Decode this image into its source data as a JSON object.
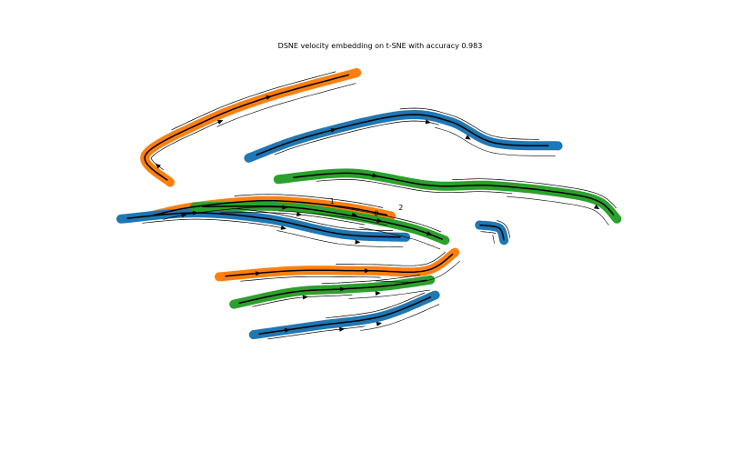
{
  "chart_data": {
    "type": "streamplot",
    "title": "DSNE velocity embedding on t-SNE with accuracy 0.983",
    "xlabel": "",
    "ylabel": "",
    "axes_visible": false,
    "grid": false,
    "legend": "none",
    "xlim": [
      0,
      100
    ],
    "ylim": [
      0,
      100
    ],
    "colors": {
      "0": "#1f77b4",
      "1": "#ff7f0e",
      "2": "#2ca02c",
      "arrow": "#000000"
    },
    "series": [
      {
        "cluster": "1",
        "points": [
          [
            5,
            64
          ],
          [
            0,
            73
          ],
          [
            12,
            84
          ],
          [
            25,
            92
          ],
          [
            43,
            100
          ]
        ],
        "arrows": [
          {
            "at": 0.55,
            "dir": 1
          },
          {
            "at": 0.75,
            "dir": 1
          },
          {
            "at": 0.12,
            "dir": 1
          }
        ]
      },
      {
        "cluster": "0",
        "points": [
          [
            21,
            72
          ],
          [
            33,
            79
          ],
          [
            52,
            86
          ],
          [
            62,
            84
          ],
          [
            71,
            77
          ],
          [
            84,
            76
          ]
        ],
        "arrows": [
          {
            "at": 0.25,
            "dir": 1
          },
          {
            "at": 0.5,
            "dir": 1
          },
          {
            "at": 0.7,
            "dir": 1
          }
        ]
      },
      {
        "cluster": "2",
        "points": [
          [
            27,
            65
          ],
          [
            42,
            67
          ],
          [
            58,
            63
          ],
          [
            70,
            63
          ],
          [
            83,
            61
          ],
          [
            92,
            58
          ],
          [
            96,
            52
          ]
        ],
        "arrows": [
          {
            "at": 0.22,
            "dir": 1
          },
          {
            "at": 0.85,
            "dir": 1
          }
        ]
      },
      {
        "cluster": "1",
        "points": [
          [
            1,
            53
          ],
          [
            10,
            56
          ],
          [
            25,
            58
          ],
          [
            40,
            56
          ],
          [
            50,
            53
          ]
        ],
        "arrows": [
          {
            "at": 0.2,
            "dir": 1
          },
          {
            "at": 0.55,
            "dir": 1
          },
          {
            "at": 0.8,
            "dir": 1
          }
        ]
      },
      {
        "cluster": "0",
        "points": [
          [
            -5,
            52
          ],
          [
            10,
            54
          ],
          [
            25,
            52
          ],
          [
            40,
            47
          ],
          [
            53,
            46
          ]
        ],
        "arrows": [
          {
            "at": 0.25,
            "dir": 1
          },
          {
            "at": 0.55,
            "dir": 1
          },
          {
            "at": 0.8,
            "dir": 1
          }
        ]
      },
      {
        "cluster": "2",
        "points": [
          [
            10,
            56
          ],
          [
            28,
            56
          ],
          [
            42,
            53
          ],
          [
            54,
            49
          ],
          [
            61,
            45
          ]
        ],
        "arrows": [
          {
            "at": 0.3,
            "dir": 1
          },
          {
            "at": 0.6,
            "dir": 1
          },
          {
            "at": 0.85,
            "dir": 1
          }
        ]
      },
      {
        "cluster": "0",
        "points": [
          [
            68,
            50
          ],
          [
            72,
            49
          ],
          [
            73,
            45
          ]
        ],
        "arrows": []
      },
      {
        "cluster": "1",
        "points": [
          [
            15,
            33
          ],
          [
            30,
            35
          ],
          [
            45,
            35
          ],
          [
            57,
            35
          ],
          [
            63,
            41
          ]
        ],
        "arrows": [
          {
            "at": 0.15,
            "dir": 1
          },
          {
            "at": 0.5,
            "dir": 1
          }
        ]
      },
      {
        "cluster": "2",
        "points": [
          [
            18,
            24
          ],
          [
            30,
            28
          ],
          [
            40,
            29
          ],
          [
            49,
            30
          ],
          [
            58,
            32
          ]
        ],
        "arrows": [
          {
            "at": 0.3,
            "dir": 1
          },
          {
            "at": 0.5,
            "dir": 1
          },
          {
            "at": 0.7,
            "dir": 1
          }
        ]
      },
      {
        "cluster": "0",
        "points": [
          [
            22,
            14
          ],
          [
            35,
            17
          ],
          [
            48,
            20
          ],
          [
            59,
            27
          ]
        ],
        "arrows": [
          {
            "at": 0.2,
            "dir": 1
          },
          {
            "at": 0.45,
            "dir": 1
          },
          {
            "at": 0.65,
            "dir": 1
          }
        ]
      }
    ],
    "annotations": [
      {
        "text": "1",
        "x": 38,
        "y": 57
      },
      {
        "text": "2",
        "x": 52,
        "y": 55
      },
      {
        "text": "0",
        "x": 47,
        "y": 53
      }
    ]
  }
}
